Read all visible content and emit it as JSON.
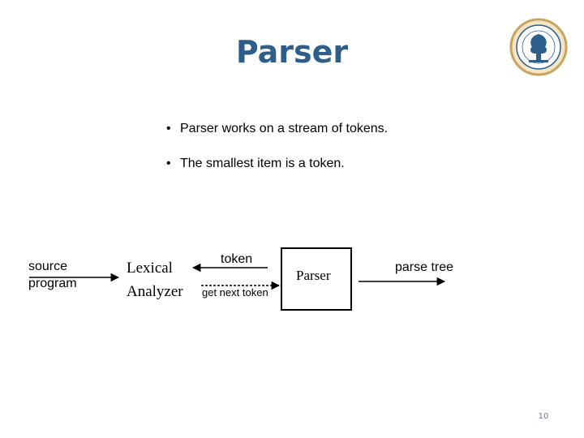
{
  "slide": {
    "title": "Parser",
    "bullets": [
      "Parser  works on a stream of tokens.",
      "The smallest item is a token."
    ],
    "page_number": "10"
  },
  "diagram": {
    "input_label_line1": "source",
    "input_label_line2": "program",
    "lexer_line1": "Lexical",
    "lexer_line2": "Analyzer",
    "token_label": "token",
    "request_label": "get next token",
    "parser_label": "Parser",
    "output_label": "parse tree"
  },
  "logo": {
    "icon": "university-seal-icon",
    "colors": {
      "ring": "#C9A45C",
      "inner": "#2E5F8A"
    }
  }
}
